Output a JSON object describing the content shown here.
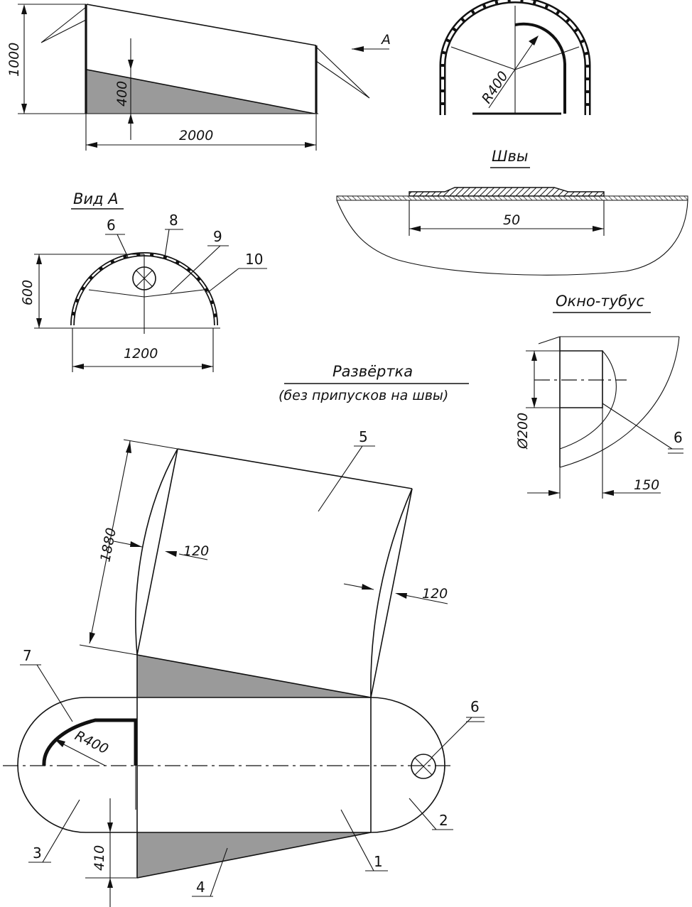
{
  "colors": {
    "ink": "#111111",
    "fabric_fill": "#9a9a9a",
    "paper": "#ffffff"
  },
  "side_view": {
    "dim_height": "1000",
    "dim_floor_height": "400",
    "dim_length": "2000",
    "view_marker": "A"
  },
  "front_view": {
    "radius": "R400"
  },
  "view_a": {
    "title": "Вид А",
    "dim_height": "600",
    "dim_width": "1200",
    "callouts": [
      "6",
      "8",
      "9",
      "10"
    ]
  },
  "seams": {
    "title": "Швы",
    "dim_width": "50"
  },
  "window_tube": {
    "title": "Окно-тубус",
    "dim_diameter": "Ø200",
    "dim_depth": "150",
    "callout": "6"
  },
  "pattern": {
    "title": "Развёртка",
    "subtitle": "(без припусков на швы)",
    "dim_length": "1880",
    "dim_curve_left": "120",
    "dim_curve_right": "120",
    "dim_radius": "R400",
    "dim_bottom": "410",
    "callouts": [
      "1",
      "2",
      "3",
      "4",
      "5",
      "6",
      "7"
    ]
  }
}
